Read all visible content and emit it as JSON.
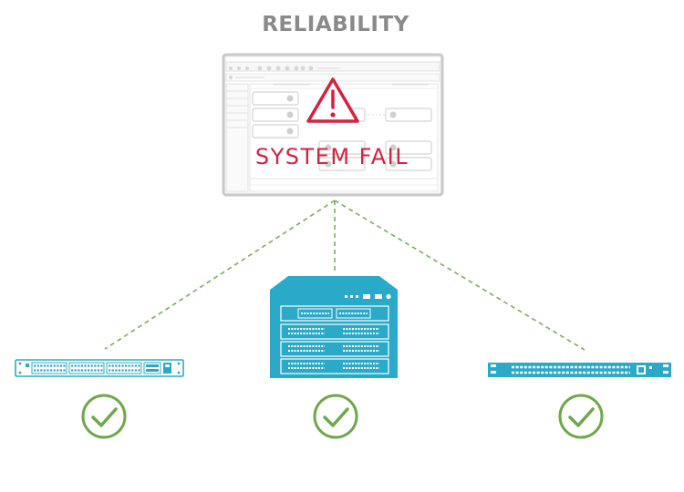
{
  "header": {
    "title": "RELIABILITY"
  },
  "monitor": {
    "alert_text": "SYSTEM FAIL"
  },
  "colors": {
    "title": "#8a8a8a",
    "alert": "#d8203f",
    "link": "#7cad5e",
    "device": "#2ba9c9",
    "check": "#6fa84c",
    "frame": "#c9c9c9"
  },
  "devices": [
    {
      "name": "switch-left",
      "status": "ok"
    },
    {
      "name": "chassis-center",
      "status": "ok"
    },
    {
      "name": "switch-right",
      "status": "ok"
    }
  ]
}
